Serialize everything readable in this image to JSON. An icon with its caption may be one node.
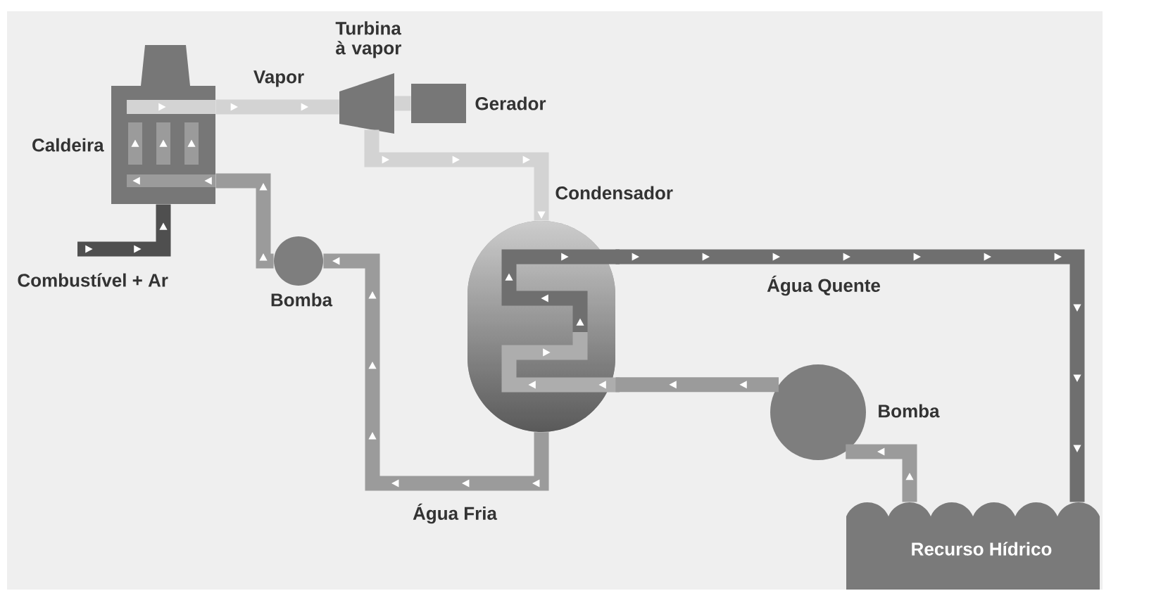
{
  "diagram": {
    "nodes": [
      {
        "text": [
          "Caldeira"
        ]
      },
      {
        "text": [
          "Turbina à vapor"
        ]
      },
      {
        "text": [
          "Gerador"
        ]
      },
      {
        "text": [
          "Condensador"
        ]
      },
      {
        "text": [
          "Bomba"
        ]
      },
      {
        "text": [
          "Bomba"
        ]
      },
      {
        "text": [
          "Recurso Hídrico"
        ]
      }
    ],
    "edges": [
      {
        "from": 0,
        "to": 1,
        "arrow": "to",
        "label": "Vapor",
        "color": "#d3d3d3"
      },
      {
        "from": 1,
        "to": 2,
        "arrow": "none",
        "color": "#d3d3d3"
      },
      {
        "from": 1,
        "to": 3,
        "arrow": "to",
        "color": "#d3d3d3"
      },
      {
        "from": 3,
        "to": 4,
        "arrow": "to",
        "label": "Água Fria"
      },
      {
        "from": 4,
        "to": 0,
        "arrow": "to"
      },
      {
        "from": 6,
        "to": 5,
        "arrow": "to"
      },
      {
        "from": 5,
        "to": 3,
        "arrow": "to"
      },
      {
        "from": 3,
        "to": 6,
        "arrow": "to",
        "label": "Água Quente",
        "color": "#6f6f6f"
      },
      {
        "from": null,
        "to": 0,
        "arrow": "to",
        "label": "Combustível + Ar",
        "color": "#4f4f4f"
      }
    ]
  }
}
